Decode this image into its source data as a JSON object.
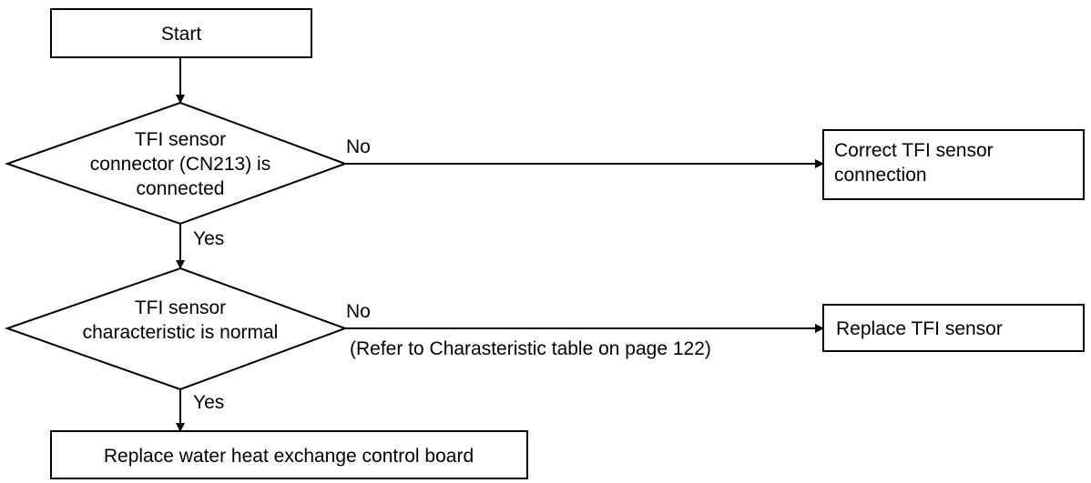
{
  "flowchart": {
    "start_label": "Start",
    "decision1": {
      "line1": "TFI sensor",
      "line2": "connector (CN213) is",
      "line3": "connected",
      "no_label": "No",
      "yes_label": "Yes"
    },
    "action1": {
      "line1": "Correct TFI sensor",
      "line2": "connection"
    },
    "decision2": {
      "line1": "TFI sensor",
      "line2": "characteristic is normal",
      "no_label": "No",
      "yes_label": "Yes",
      "note": "(Refer to Charasteristic table on page 122)"
    },
    "action2": {
      "label": "Replace TFI sensor"
    },
    "action3": {
      "label": "Replace water heat exchange control board"
    }
  }
}
